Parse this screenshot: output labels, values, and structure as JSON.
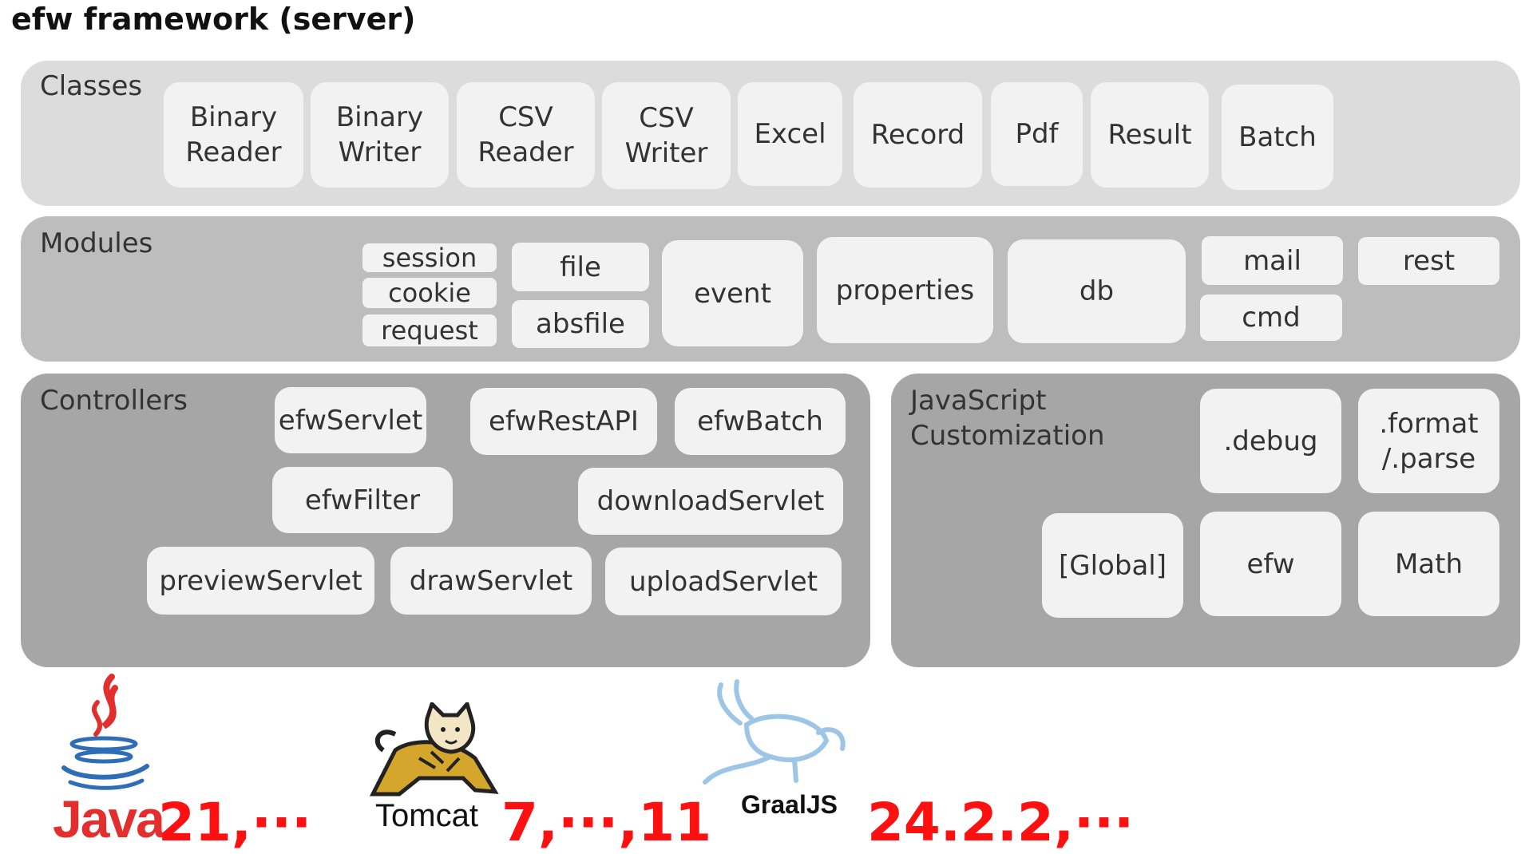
{
  "title": "efw framework (server)",
  "colors": {
    "panel_light": "#dcdcdc",
    "panel_mid": "#bdbdbd",
    "panel_dark": "#a6a6a6",
    "box": "#f2f2f2",
    "version_red": "#ff1010",
    "java_red": "#e32e2e",
    "java_blue": "#2f6eb6",
    "graal_blue": "#9cc5e8",
    "tomcat_gold": "#d4a72c"
  },
  "classes": {
    "label": "Classes",
    "items": [
      "Binary\nReader",
      "Binary\nWriter",
      "CSV\nReader",
      "CSV\nWriter",
      "Excel",
      "Record",
      "Pdf",
      "Result",
      "Batch"
    ]
  },
  "modules": {
    "label": "Modules",
    "items": [
      "session",
      "cookie",
      "request",
      "file",
      "absfile",
      "event",
      "properties",
      "db",
      "mail",
      "cmd",
      "rest"
    ]
  },
  "controllers": {
    "label": "Controllers",
    "items": [
      "efwServlet",
      "efwRestAPI",
      "efwBatch",
      "efwFilter",
      "downloadServlet",
      "previewServlet",
      "drawServlet",
      "uploadServlet"
    ]
  },
  "js": {
    "label": "JavaScript\nCustomization",
    "items": [
      ".debug",
      ".format\n/.parse",
      "[Global]",
      "efw",
      "Math"
    ]
  },
  "platforms": {
    "java": {
      "name": "Java",
      "version": "21,···"
    },
    "tomcat": {
      "name": "Tomcat",
      "version": "7,···,11"
    },
    "graaljs": {
      "name": "GraalJS",
      "version": "24.2.2,···"
    }
  }
}
